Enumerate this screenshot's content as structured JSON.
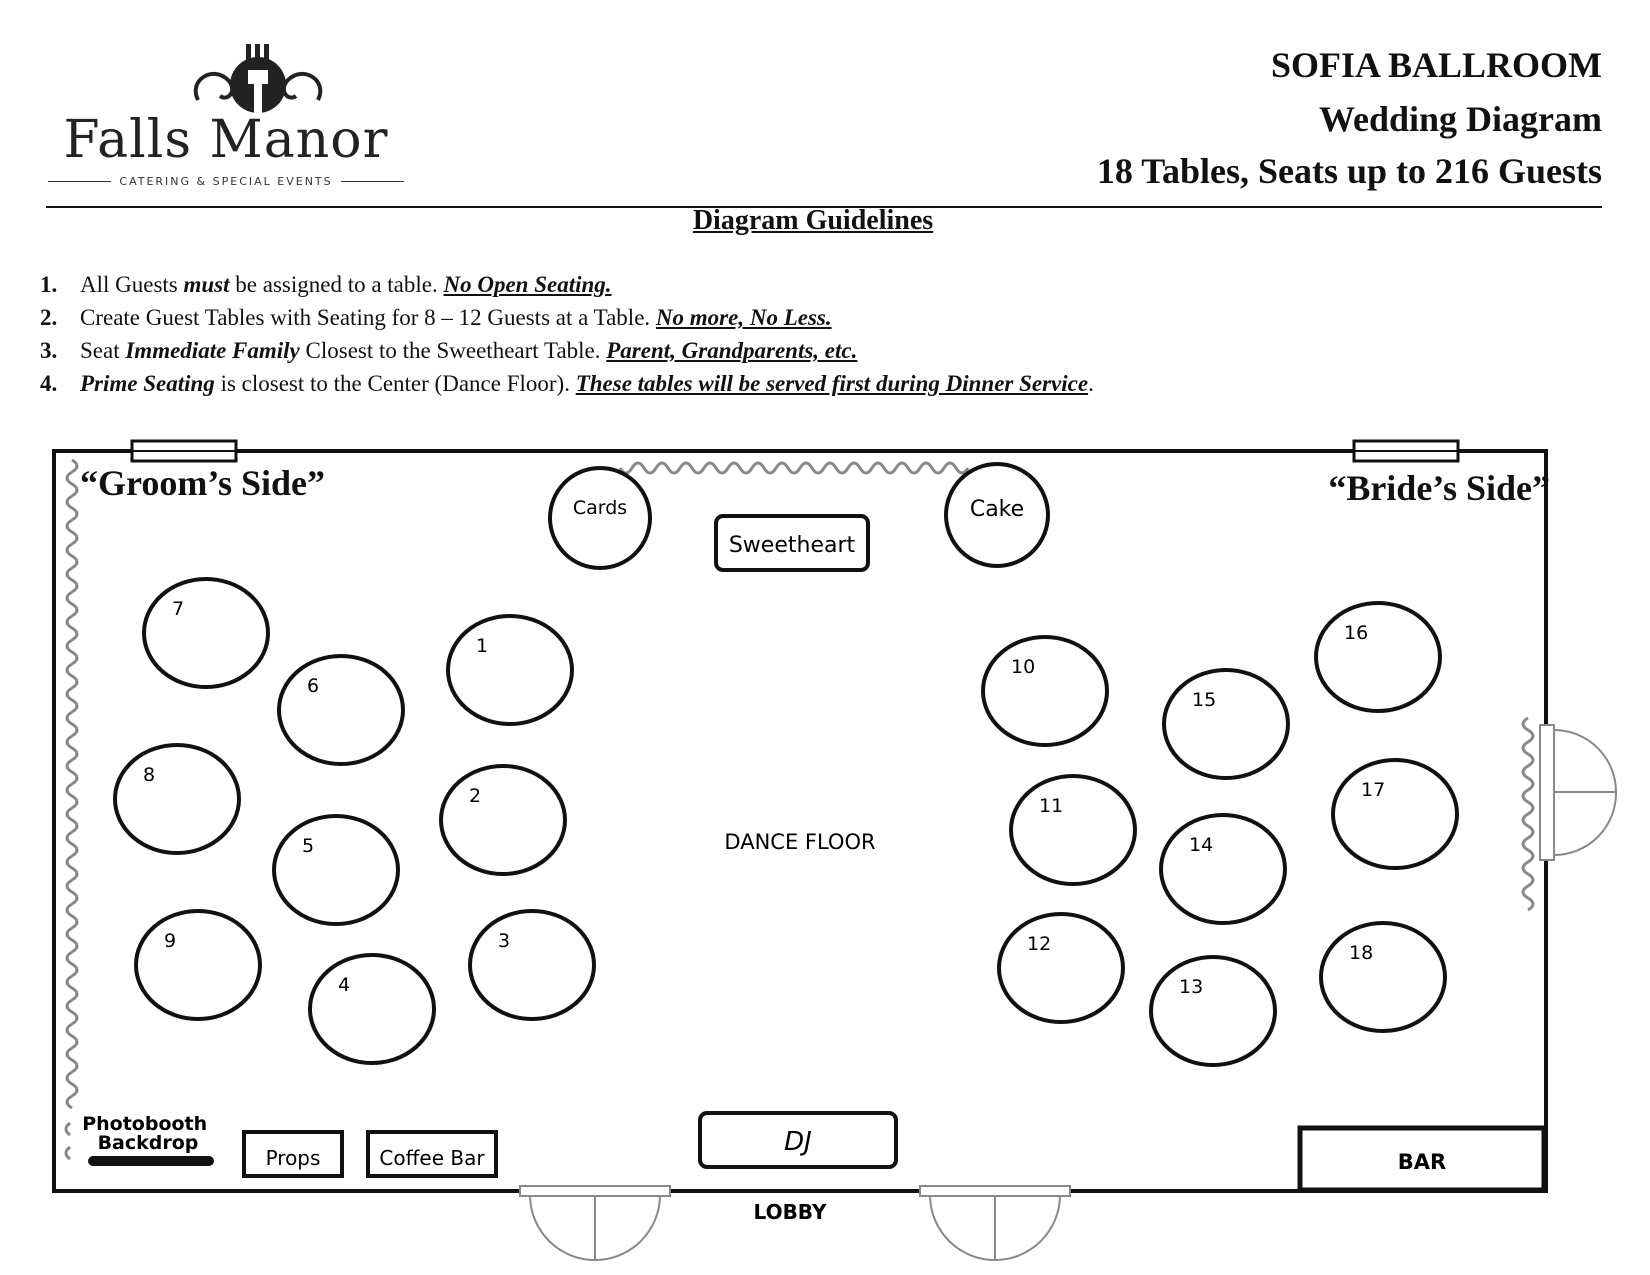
{
  "header": {
    "logo": {
      "name": "Falls Manor",
      "tagline": "CATERING & SPECIAL EVENTS",
      "mark": "fork-crest-icon"
    },
    "title_line1": "SOFIA BALLROOM",
    "title_line2": "Wedding Diagram",
    "title_line3": "18 Tables, Seats up to 216 Guests"
  },
  "guidelines": {
    "heading": "Diagram Guidelines",
    "items": [
      {
        "num": "1.",
        "a": "All Guests ",
        "b": "must",
        "c": " be assigned to a table. ",
        "d": "No Open Seating.",
        "e": ""
      },
      {
        "num": "2.",
        "a": "Create Guest Tables with Seating for 8 – 12 Guests at a Table. ",
        "b": "",
        "c": "",
        "d": "No more, No Less.",
        "e": ""
      },
      {
        "num": "3.",
        "a": "Seat ",
        "b": "Immediate Family",
        "c": " Closest to the Sweetheart Table. ",
        "d": "Parent, Grandparents, etc.",
        "e": ""
      },
      {
        "num": "4.",
        "a": "",
        "b": "Prime Seating",
        "c": " is closest to the Center (Dance Floor). ",
        "d": "These tables will be served first during Dinner Service",
        "e": "."
      }
    ]
  },
  "diagram": {
    "groom_side": "“Groom’s Side”",
    "bride_side": "“Bride’s Side”",
    "cards": "Cards",
    "cake": "Cake",
    "sweetheart": "Sweetheart",
    "dance_floor": "DANCE FLOOR",
    "dj": "DJ",
    "photobooth": "Photobooth Backdrop",
    "props": "Props",
    "coffee_bar": "Coffee Bar",
    "bar": "BAR",
    "lobby": "LOBBY",
    "tables": [
      "1",
      "2",
      "3",
      "4",
      "5",
      "6",
      "7",
      "8",
      "9",
      "10",
      "11",
      "12",
      "13",
      "14",
      "15",
      "16",
      "17",
      "18"
    ]
  }
}
